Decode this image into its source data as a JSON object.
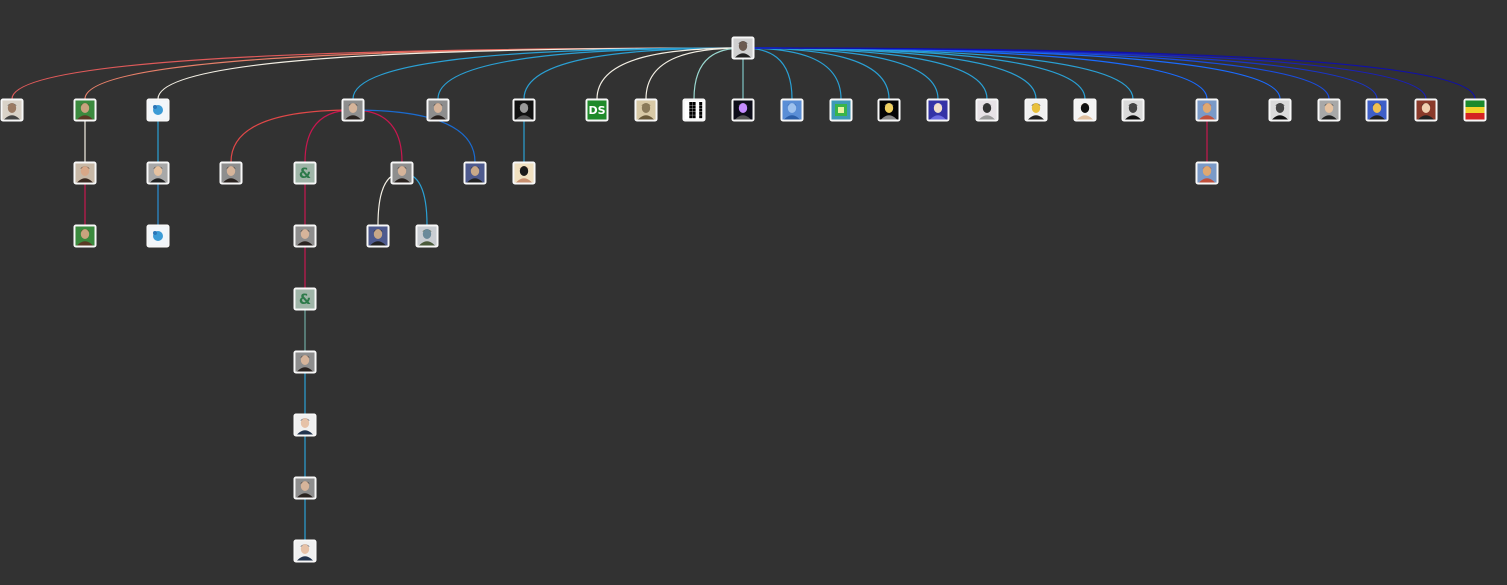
{
  "tree": {
    "root": {
      "avatar": "person-glasses-avatar"
    },
    "nodes": [
      {
        "id": "n1",
        "avatar": "person-beard-avatar",
        "link_color": "#e05a5a"
      },
      {
        "id": "n2",
        "avatar": "person-outdoor-avatar",
        "link_color": "#e8806a"
      },
      {
        "id": "n3",
        "avatar": "blue-splash-avatar",
        "link_color": "#f3efe4"
      },
      {
        "id": "n4",
        "avatar": "person-dark-hair-avatar",
        "link_color": "#2aa0d4"
      },
      {
        "id": "n5",
        "avatar": "person-dark-hair-avatar",
        "link_color": "#2aa0d4"
      },
      {
        "id": "n6",
        "avatar": "guitar-photo-avatar",
        "link_color": "#2aa0d4"
      },
      {
        "id": "n7",
        "avatar": "ds-logo-avatar",
        "label": "DS",
        "link_color": "#f3efe4"
      },
      {
        "id": "n8",
        "avatar": "sketch-avatar",
        "link_color": "#f3efe4"
      },
      {
        "id": "n9",
        "avatar": "qr-code-avatar",
        "link_color": "#9ad8d0"
      },
      {
        "id": "n10",
        "avatar": "night-sky-avatar",
        "link_color": "#7fc6c4"
      },
      {
        "id": "n11",
        "avatar": "blue-landscape-avatar",
        "link_color": "#2aa0d4"
      },
      {
        "id": "n12",
        "avatar": "green-grid-avatar",
        "link_color": "#2aa0d4"
      },
      {
        "id": "n13",
        "avatar": "night-lights-avatar",
        "link_color": "#2aa0d4"
      },
      {
        "id": "n14",
        "avatar": "purple-cartoon-avatar",
        "link_color": "#2aa0d4"
      },
      {
        "id": "n15",
        "avatar": "people-group-avatar",
        "link_color": "#2aa0d4"
      },
      {
        "id": "n16",
        "avatar": "person-yellow-avatar",
        "link_color": "#2aa0d4"
      },
      {
        "id": "n17",
        "avatar": "curly-hair-avatar",
        "link_color": "#2aa0d4"
      },
      {
        "id": "n18",
        "avatar": "person-mono-avatar",
        "link_color": "#2aa0d4"
      },
      {
        "id": "n19",
        "avatar": "person-colorful-avatar",
        "link_color": "#1a6bff"
      },
      {
        "id": "n20",
        "avatar": "person-mono-avatar",
        "link_color": "#1a6bff"
      },
      {
        "id": "n21",
        "avatar": "person-sunglasses-avatar",
        "link_color": "#1a4de0"
      },
      {
        "id": "n22",
        "avatar": "cartoon-face-avatar",
        "link_color": "#1a35c8"
      },
      {
        "id": "n23",
        "avatar": "person-red-avatar",
        "link_color": "#1a20b8"
      },
      {
        "id": "n24",
        "avatar": "rasta-avatar",
        "link_color": "#1010a8"
      },
      {
        "id": "c1",
        "parent": "n2",
        "avatar": "two-people-avatar",
        "link_color": "#f3efe4"
      },
      {
        "id": "c2",
        "parent": "c1",
        "avatar": "person-outdoor-avatar",
        "link_color": "#c8174f"
      },
      {
        "id": "c3",
        "parent": "n3",
        "avatar": "person-sunglasses-avatar",
        "link_color": "#2aa0d4"
      },
      {
        "id": "c4",
        "parent": "c3",
        "avatar": "blue-splash-avatar",
        "link_color": "#2a90d4"
      },
      {
        "id": "c5",
        "parent": "n4",
        "avatar": "person-dark-hair-avatar",
        "link_color": "#e04848"
      },
      {
        "id": "c6",
        "parent": "n4",
        "avatar": "green-ampersand-avatar",
        "link_color": "#c8174f"
      },
      {
        "id": "c7",
        "parent": "n4",
        "avatar": "person-dark-hair-avatar",
        "link_color": "#c8174f"
      },
      {
        "id": "c8",
        "parent": "n4",
        "avatar": "person-blue-avatar",
        "link_color": "#1a6bd0"
      },
      {
        "id": "c9",
        "parent": "n6",
        "avatar": "person-portrait-avatar",
        "link_color": "#2aa0d4"
      },
      {
        "id": "c10",
        "parent": "c6",
        "avatar": "person-dark-hair-avatar",
        "link_color": "#c8174f"
      },
      {
        "id": "c11",
        "parent": "c10",
        "avatar": "green-ampersand-avatar",
        "link_color": "#c8174f"
      },
      {
        "id": "c12",
        "parent": "c11",
        "avatar": "person-dark-hair-avatar",
        "link_color": "#6fa8a0"
      },
      {
        "id": "c13",
        "parent": "c12",
        "avatar": "person-suit-avatar",
        "link_color": "#2aa0d4"
      },
      {
        "id": "c14",
        "parent": "c13",
        "avatar": "person-dark-hair-avatar",
        "link_color": "#2aa0d4"
      },
      {
        "id": "c15",
        "parent": "c14",
        "avatar": "person-suit-avatar",
        "link_color": "#2aa0d4"
      },
      {
        "id": "c16",
        "parent": "c7",
        "avatar": "person-blue-avatar",
        "link_color": "#f3efe4"
      },
      {
        "id": "c17",
        "parent": "c7",
        "avatar": "landscape-avatar",
        "link_color": "#2aa0d4"
      },
      {
        "id": "c18",
        "parent": "n19",
        "avatar": "person-colorful-avatar",
        "link_color": "#c8174f"
      }
    ]
  },
  "colors": {
    "background": "#323232",
    "frame": "#ffffff"
  }
}
